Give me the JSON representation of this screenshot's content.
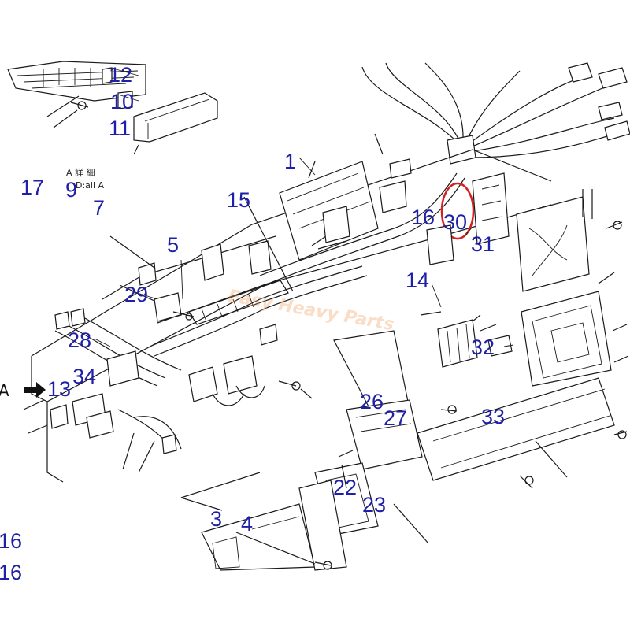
{
  "diagram": {
    "label_color": "#1f1fa8",
    "highlight_color": "#d42020",
    "watermark_color": "#f0a060",
    "watermark_text": "Easy Heavy Parts",
    "detail_caption_line1": "A 詳 細",
    "detail_caption_line2": "D:ail A",
    "view_letter": "A",
    "view_arrow_icon": "arrow-right-icon",
    "labels": [
      "12",
      "10",
      "11",
      "17",
      "9",
      "7",
      "1",
      "15",
      "16",
      "30",
      "31",
      "5",
      "14",
      "29",
      "28",
      "34",
      "13",
      "32",
      "26",
      "27",
      "33",
      "22",
      "23",
      "3",
      "4",
      "16",
      "16"
    ]
  }
}
